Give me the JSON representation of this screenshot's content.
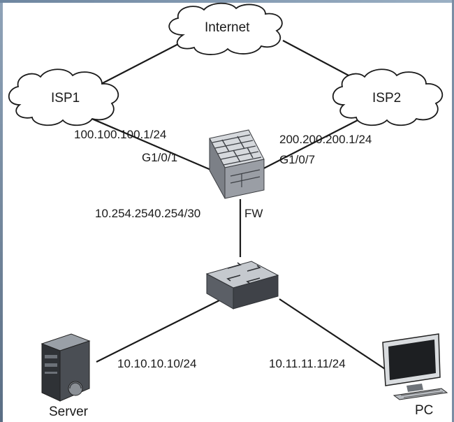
{
  "nodes": {
    "internet": "Internet",
    "isp1": "ISP1",
    "isp2": "ISP2",
    "fw": "FW",
    "server": "Server",
    "pc": "PC"
  },
  "labels": {
    "isp1_ip": "100.100.100.1/24",
    "isp1_port": "G1/0/1",
    "isp2_ip": "200.200.200.1/24",
    "isp2_port": "G1/0/7",
    "fw_lan_ip": "10.254.2540.254/30",
    "server_ip": "10.10.10.10/24",
    "pc_ip": "10.11.11.11/24"
  },
  "colors": {
    "line": "#1a1a1a",
    "cloud_fill": "#ffffff",
    "device_dark": "#4a4d52",
    "device_light": "#bfc3c8"
  }
}
